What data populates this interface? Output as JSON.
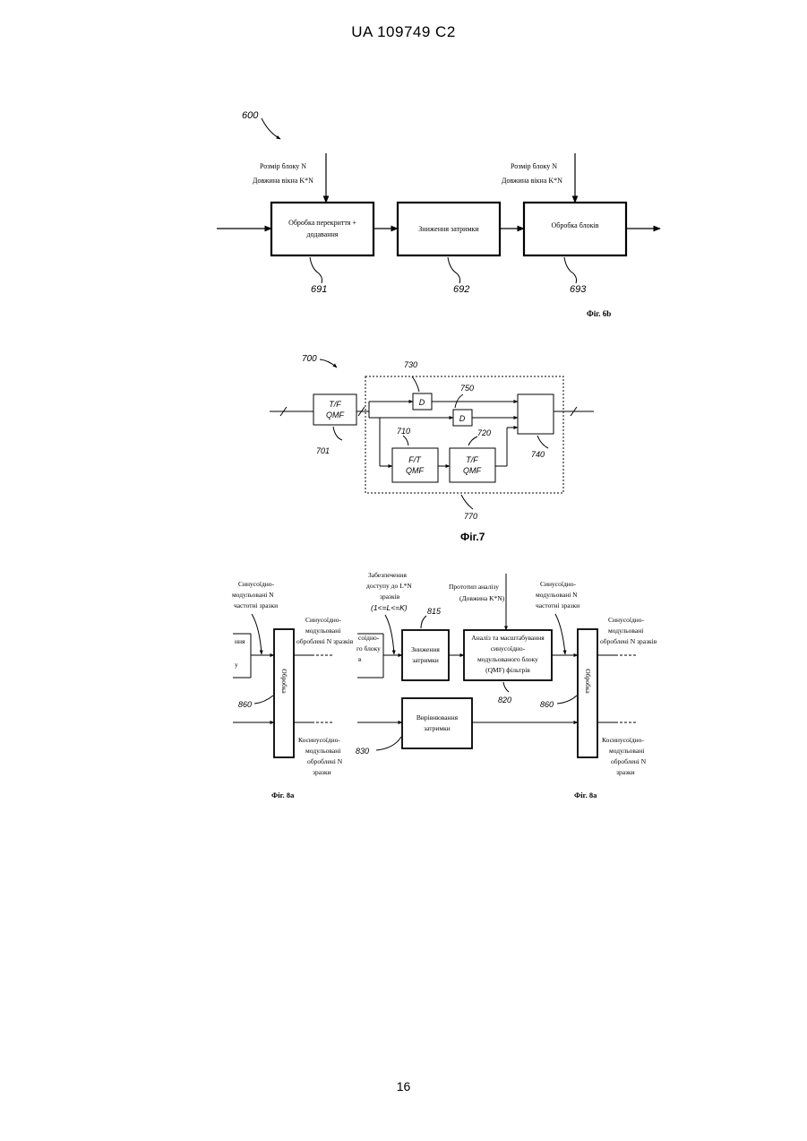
{
  "header": {
    "title": "UA   109749   C2"
  },
  "footer": {
    "page_number": "16"
  },
  "fig6b": {
    "ref_main": "600",
    "input1": [
      "Розмір блоку N",
      "Довжина вікна K*N"
    ],
    "input2": [
      "Розмір блоку N",
      "Довжина вікна K*N"
    ],
    "box1": [
      "Обробка перекриття +",
      "додавання"
    ],
    "box2": "Зниження затримки",
    "box3": "Обробка блоків",
    "ref1": "691",
    "ref2": "692",
    "ref3": "693",
    "caption": "Фіг. 6b"
  },
  "fig7": {
    "ref_main": "700",
    "block_tf_in": [
      "T/F",
      "QMF"
    ],
    "block_d1": "D",
    "block_d2": "D",
    "block_ft": [
      "F/T",
      "QMF"
    ],
    "block_tf_mid": [
      "T/F",
      "QMF"
    ],
    "ref_701": "701",
    "ref_730": "730",
    "ref_750": "750",
    "ref_710": "710",
    "ref_720": "720",
    "ref_740": "740",
    "ref_770": "770",
    "caption": "Фіг.7"
  },
  "fig8a": {
    "left_top_label": [
      "Синусоїдно-",
      "модульовані N",
      "частотні зразки"
    ],
    "left_box_text_top": "ння",
    "left_box_text_bottom": "у",
    "left_processing": "Обробка",
    "left_ref_860": "860",
    "left_out_sin": [
      "Синусоїдно-",
      "модульовані",
      "оброблені N зразків"
    ],
    "left_out_cos": [
      "Косинусоїдно-",
      "модульовані",
      "оброблені N",
      "зразки"
    ],
    "mid_partial_box": [
      "соїдно-",
      "го блоку",
      "в"
    ],
    "access_label": [
      "Забезпечення",
      "доступу до L*N",
      "зразків"
    ],
    "access_condition": "(1<=L<=K)",
    "ref_815": "815",
    "box_delay_reduction": [
      "Зниження",
      "затримки"
    ],
    "prototype_label": [
      "Прототип аналізу",
      "(Довжина K*N)"
    ],
    "box_analysis": [
      "Аналіз та масштабування",
      "синусоїдно-",
      "модульованого блоку",
      "(QMF) фільтрів"
    ],
    "ref_820": "820",
    "box_delay_align": [
      "Вирівнювання",
      "затримки"
    ],
    "ref_830": "830",
    "right_top_label": [
      "Синусоїдно-",
      "модульовані N",
      "частотні зразки"
    ],
    "right_processing": "Обробка",
    "right_ref_860": "860",
    "right_out_sin": [
      "Синусоїдно-",
      "модульовані",
      "оброблені N зразків"
    ],
    "right_out_cos": [
      "Косинусоїдно-",
      "модульовані",
      "оброблені N",
      "зразки"
    ],
    "caption_left": "Фіг. 8a",
    "caption_right": "Фіг. 8a"
  }
}
